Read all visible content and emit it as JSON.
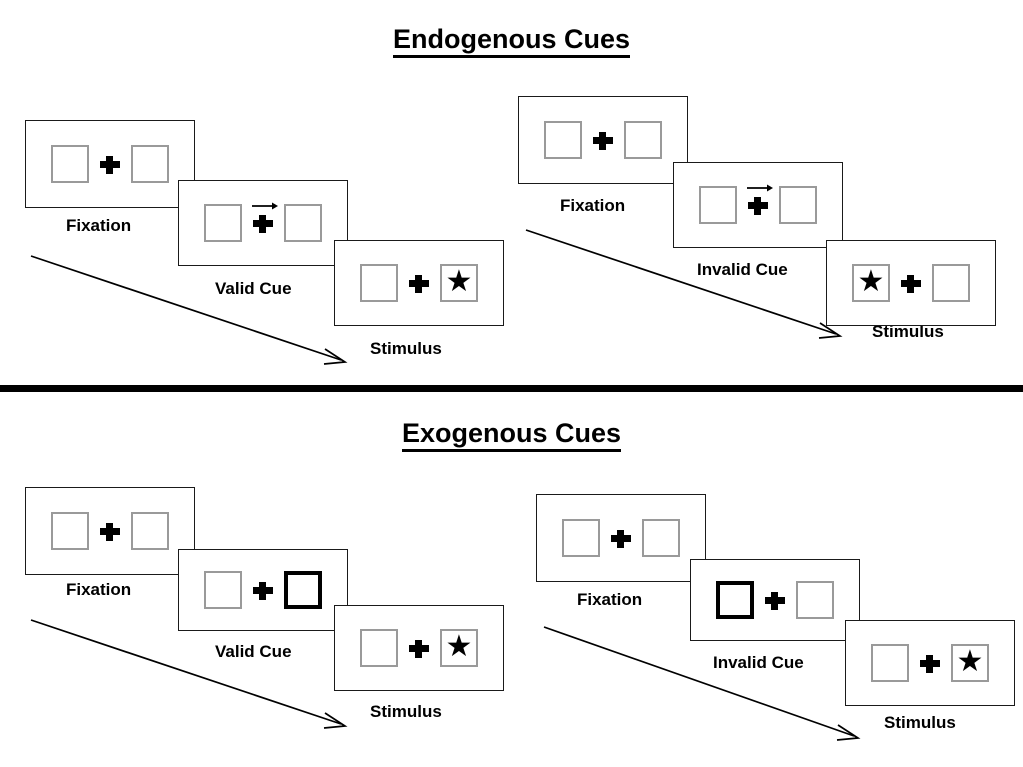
{
  "figure": {
    "title_top": "Endogenous Cues",
    "title_bottom": "Exogenous Cues"
  },
  "icons": {
    "fixation_cross": "plus-cross-icon",
    "arrow_cue": "right-arrow-cue-icon",
    "target": "star-icon",
    "flow": "time-flow-arrow-icon"
  },
  "colors": {
    "ink": "#000000",
    "panel_border": "#1a1a1a",
    "box_border": "#9a9a9a",
    "cued_box_border": "#000000",
    "background": "#ffffff"
  },
  "captions": {
    "fixation": "Fixation",
    "valid_cue": "Valid Cue",
    "invalid_cue": "Invalid Cue",
    "stimulus": "Stimulus"
  },
  "sequences": [
    {
      "id": "endogenous-valid",
      "section": "Endogenous Cues",
      "cue_type": "endogenous",
      "validity": "valid",
      "frames": [
        {
          "caption": "Fixation",
          "left_box": "empty",
          "right_box": "empty",
          "cue": "none"
        },
        {
          "caption": "Valid Cue",
          "left_box": "empty",
          "right_box": "empty",
          "cue": "arrow-right"
        },
        {
          "caption": "Stimulus",
          "left_box": "empty",
          "right_box": "star",
          "cue": "none"
        }
      ]
    },
    {
      "id": "endogenous-invalid",
      "section": "Endogenous Cues",
      "cue_type": "endogenous",
      "validity": "invalid",
      "frames": [
        {
          "caption": "Fixation",
          "left_box": "empty",
          "right_box": "empty",
          "cue": "none"
        },
        {
          "caption": "Invalid Cue",
          "left_box": "empty",
          "right_box": "empty",
          "cue": "arrow-right"
        },
        {
          "caption": "Stimulus",
          "left_box": "star",
          "right_box": "empty",
          "cue": "none"
        }
      ]
    },
    {
      "id": "exogenous-valid",
      "section": "Exogenous Cues",
      "cue_type": "exogenous",
      "validity": "valid",
      "frames": [
        {
          "caption": "Fixation",
          "left_box": "empty",
          "right_box": "empty",
          "cue": "none"
        },
        {
          "caption": "Valid Cue",
          "left_box": "empty",
          "right_box": "highlight",
          "cue": "none"
        },
        {
          "caption": "Stimulus",
          "left_box": "empty",
          "right_box": "star",
          "cue": "none"
        }
      ]
    },
    {
      "id": "exogenous-invalid",
      "section": "Exogenous Cues",
      "cue_type": "exogenous",
      "validity": "invalid",
      "frames": [
        {
          "caption": "Fixation",
          "left_box": "empty",
          "right_box": "empty",
          "cue": "none"
        },
        {
          "caption": "Invalid Cue",
          "left_box": "highlight",
          "right_box": "empty",
          "cue": "none"
        },
        {
          "caption": "Stimulus",
          "left_box": "empty",
          "right_box": "star",
          "cue": "none"
        }
      ]
    }
  ],
  "glyphs": {
    "star": "★"
  }
}
